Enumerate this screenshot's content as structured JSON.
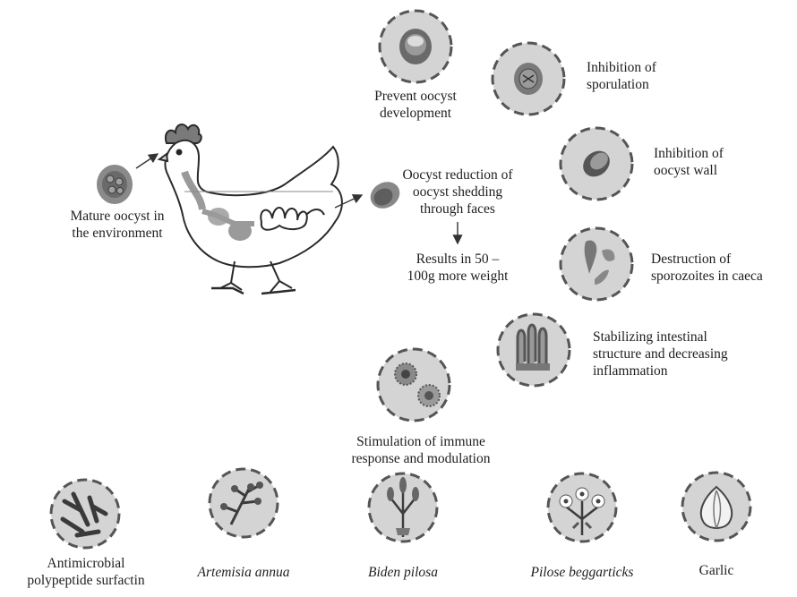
{
  "labels": {
    "mature_oocyst": [
      "Mature oocyst in",
      "the environment"
    ],
    "prevent_development": [
      "Prevent oocyst",
      "development"
    ],
    "inhibition_sporulation": [
      "Inhibition of",
      "sporulation"
    ],
    "inhibition_wall": [
      "Inhibition of",
      "oocyst wall"
    ],
    "oocyst_reduction": [
      "Oocyst reduction of",
      "oocyst shedding",
      "through faces"
    ],
    "results_weight": [
      "Results in 50 –",
      "100g more weight"
    ],
    "destruction_sporozoites": [
      "Destruction of",
      "sporozoites in caeca"
    ],
    "stabilizing_intestinal": [
      "Stabilizing intestinal",
      "structure and decreasing",
      "inflammation"
    ],
    "immune_stimulation": [
      "Stimulation of immune",
      "response and modulation"
    ]
  },
  "sources": [
    {
      "name": "surfactin",
      "label": [
        "Antimicrobial",
        "polypeptide surfactin"
      ],
      "italic": false
    },
    {
      "name": "artemisia",
      "label": [
        "Artemisia annua"
      ],
      "italic": true
    },
    {
      "name": "biden",
      "label": [
        "Biden pilosa"
      ],
      "italic": true
    },
    {
      "name": "pilose",
      "label": [
        "Pilose beggarticks"
      ],
      "italic": true
    },
    {
      "name": "garlic",
      "label": [
        "Garlic"
      ],
      "italic": false
    }
  ],
  "colors": {
    "circle_fill": "#d4d4d4",
    "circle_dash": "#555555",
    "oocyst_fill": "#6f6f6f",
    "arrow": "#333333"
  }
}
